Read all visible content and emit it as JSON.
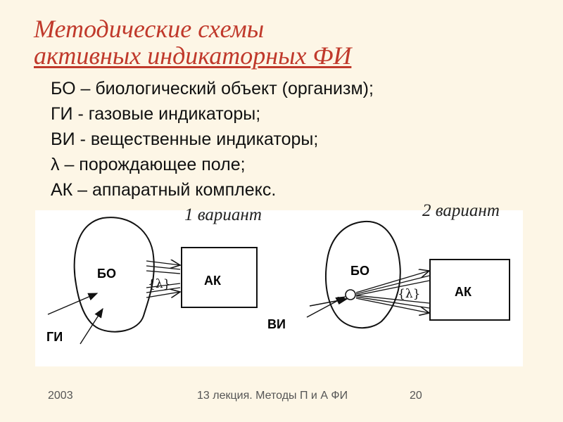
{
  "title": {
    "line1": "Методические схемы",
    "line2": "активных индикаторных ФИ"
  },
  "legend": [
    "БО – биологический объект (организм);",
    "ГИ - газовые индикаторы;",
    "ВИ - вещественные индикаторы;",
    "λ – порождающее поле;",
    "АК – аппаратный комплекс."
  ],
  "diagram": {
    "variant1": {
      "caption": "1 вариант",
      "object_label": "БО",
      "complex_label": "АК",
      "field_label": "{λ}",
      "indicator_label": "ГИ"
    },
    "variant2": {
      "caption": "2 вариант",
      "object_label": "БО",
      "complex_label": "АК",
      "field_label": "{λ}",
      "indicator_label": "ВИ"
    }
  },
  "footer": {
    "year": "2003",
    "center": "13 лекция. Методы П и А ФИ",
    "page": "20"
  }
}
